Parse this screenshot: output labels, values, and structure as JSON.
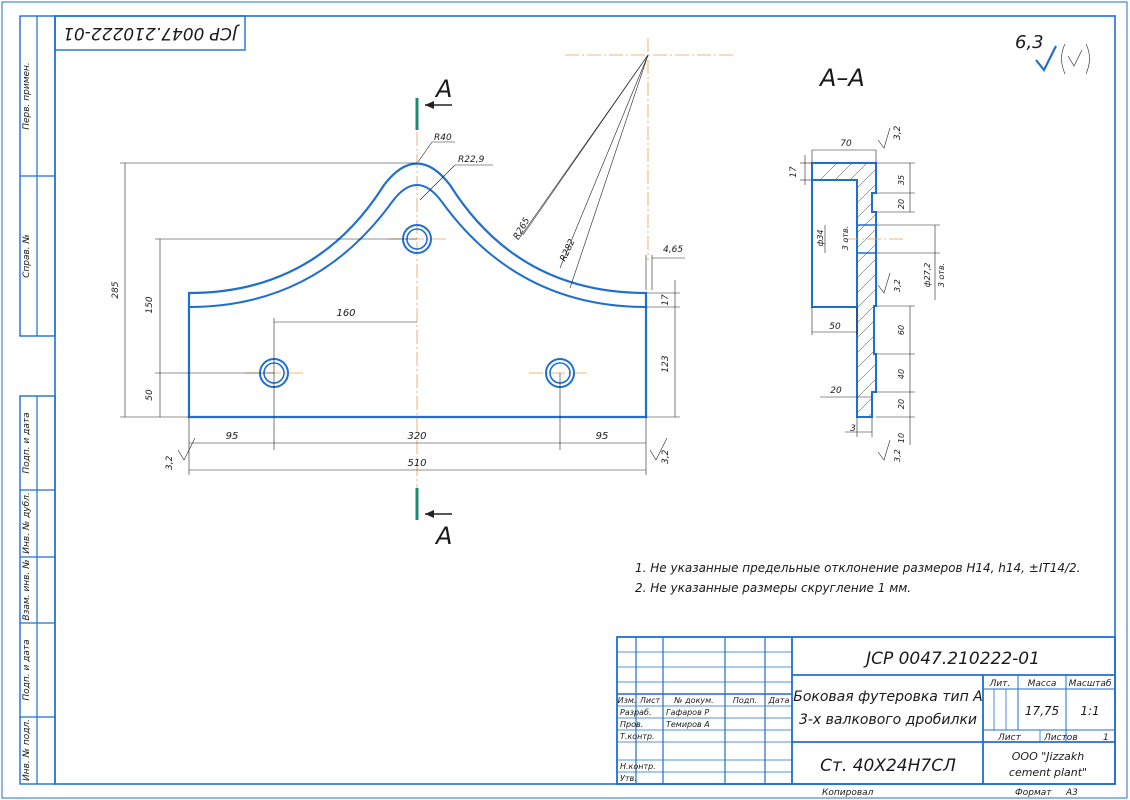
{
  "drawing": {
    "code": "JCP 0047.210222-01",
    "code_rotated": "JCP 0047.210222-01",
    "roughness_value": "6,3",
    "section_label": "A",
    "section_title": "A–A",
    "notes": [
      "1. Не указанные предельные отклонение размеров H14, h14, ±IT14/2.",
      "2. Не указанные размеры скругление 1 мм."
    ]
  },
  "front_view_dims": {
    "r40": "R40",
    "r229": "R22,9",
    "r265": "R265",
    "r282": "R282",
    "d465": "4,65",
    "h285": "285",
    "h150": "150",
    "h50": "50",
    "w160": "160",
    "h17": "17",
    "h123": "123",
    "w95a": "95",
    "w320": "320",
    "w95b": "95",
    "w510": "510",
    "rough_l": "3,2",
    "rough_r": "3,2"
  },
  "section_dims": {
    "w70": "70",
    "r32a": "3,2",
    "h17": "17",
    "h35": "35",
    "h20a": "20",
    "d34": "ф34",
    "holes3a": "3 отв.",
    "r32b": "3,2",
    "d272": "ф27,2",
    "holes3b": "3 отв.",
    "w50": "50",
    "h60": "60",
    "h40": "40",
    "w20": "20",
    "h20b": "20",
    "w3": "3",
    "r32c": "3,2",
    "h10": "10"
  },
  "side_stamp": {
    "perv_primen": "Перв. примен.",
    "sprav": "Справ. №",
    "podp_data_1": "Подп. и дата",
    "inv_dubl": "Инв. № дубл.",
    "vzam_inv": "Взам. инв. №",
    "podp_data_2": "Подп. и дата",
    "inv_podl": "Инв. № подл."
  },
  "title_block": {
    "code": "JCP 0047.210222-01",
    "h_izm": "Изм.",
    "h_list": "Лист",
    "h_ndoc": "№ докум.",
    "h_podp": "Подп.",
    "h_data": "Дата",
    "razrab": "Разраб.",
    "razrab_name": "Гафаров Р",
    "prov": "Пров.",
    "prov_name": "Темиров А",
    "tkontr": "Т.контр.",
    "nkontr": "Н.контр.",
    "utv": "Утв.",
    "title_line1": "Боковая футеровка тип А",
    "title_line2": "3-х валкового дробилки",
    "lit": "Лит.",
    "massa": "Масса",
    "masshtab": "Масштаб",
    "mass_value": "17,75",
    "scale_value": "1:1",
    "list_label": "Лист",
    "listov_label": "Листов",
    "listov_value": "1",
    "material": "Ст. 40Х24Н7СЛ",
    "org_line1": "ООО \"Jizzakh",
    "org_line2": "cement plant\"",
    "kopiroval": "Копировал",
    "format": "Формат",
    "format_value": "А3"
  }
}
